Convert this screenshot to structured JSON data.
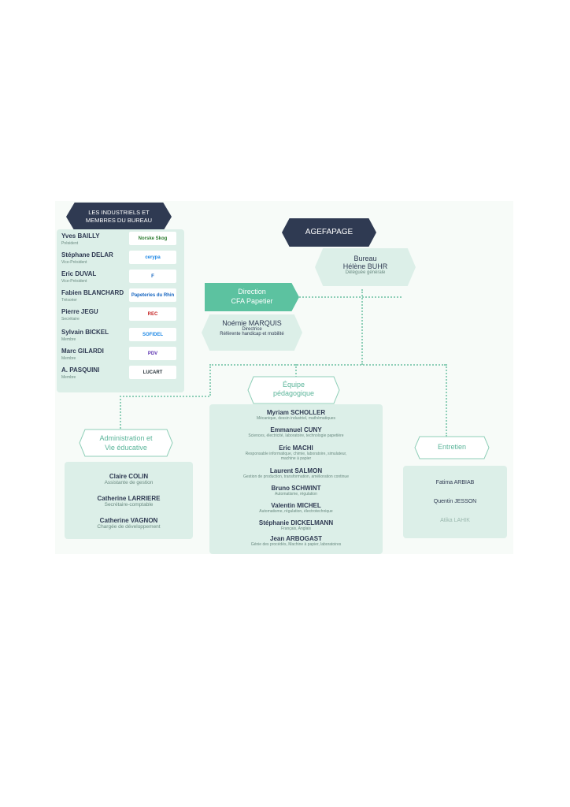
{
  "industriels": {
    "title_line1": "LES INDUSTRIELS ET",
    "title_line2": "MEMBRES DU BUREAU",
    "members": [
      {
        "name": "Yves BAILLY",
        "role": "Président",
        "logo": "Norske Skog",
        "logo_color": "#2e7d32"
      },
      {
        "name": "Stéphane DELAR",
        "role": "Vice-Président",
        "logo": "cerypa",
        "logo_color": "#1e88e5"
      },
      {
        "name": "Eric DUVAL",
        "role": "Vice-Président",
        "logo": "F",
        "logo_color": "#1565c0"
      },
      {
        "name": "Fabien BLANCHARD",
        "role": "Trésorier",
        "logo": "Papeteries du Rhin",
        "logo_color": "#1565c0"
      },
      {
        "name": "Pierre JEGU",
        "role": "Secrétaire",
        "logo": "REC",
        "logo_color": "#c62828"
      },
      {
        "name": "Sylvain BICKEL",
        "role": "Membre",
        "logo": "SOFIDEL",
        "logo_color": "#1e88e5"
      },
      {
        "name": "Marc GILARDI",
        "role": "Membre",
        "logo": "PDV",
        "logo_color": "#5e35b1"
      },
      {
        "name": "A. PASQUINI",
        "role": "Membre",
        "logo": "LUCART",
        "logo_color": "#263238"
      }
    ]
  },
  "agefapage": {
    "label": "AGEFAPAGE"
  },
  "bureau": {
    "line1": "Bureau",
    "name": "Hélène BUHR",
    "role": "Déléguée générale"
  },
  "direction": {
    "line1": "Direction",
    "line2": "CFA Papetier"
  },
  "directrice": {
    "name": "Noémie MARQUIS",
    "role1": "Directrice",
    "role2": "Référente handicap et mobilité"
  },
  "admin": {
    "title_line1": "Administration et",
    "title_line2": "Vie éducative",
    "members": [
      {
        "name": "Claire COLIN",
        "role": "Assistante de gestion"
      },
      {
        "name": "Catherine LARRIERE",
        "role": "Secrétaire-comptable"
      },
      {
        "name": "Catherine VAGNON",
        "role": "Chargée de développement"
      }
    ]
  },
  "equipe": {
    "title_line1": "Équipe",
    "title_line2": "pédagogique",
    "members": [
      {
        "name": "Myriam SCHOLLER",
        "role": "Mécanique, dessin industriel, mathématiques"
      },
      {
        "name": "Emmanuel CUNY",
        "role": "Sciences, électricité, laboratoire, technologie papetière"
      },
      {
        "name": "Eric MACHI",
        "role": "Responsable informatique, chimie, laboratoire, simulateur, machine à papier"
      },
      {
        "name": "Laurent SALMON",
        "role": "Gestion de production, transformation, amélioration continue"
      },
      {
        "name": "Bruno SCHWINT",
        "role": "Automatisme, régulation"
      },
      {
        "name": "Valentin MICHEL",
        "role": "Automatisme, régulation, électrotechnique"
      },
      {
        "name": "Stéphanie DICKELMANN",
        "role": "Français, Anglais"
      },
      {
        "name": "Jean ARBOGAST",
        "role": "Génie des procédés, Machine à papier, laboratoires"
      }
    ]
  },
  "entretien": {
    "title": "Entretien",
    "members": [
      {
        "name": "Fatima ARBIAB"
      },
      {
        "name": "Quentin JESSON"
      },
      {
        "name": "Atika LAHIK"
      }
    ]
  }
}
